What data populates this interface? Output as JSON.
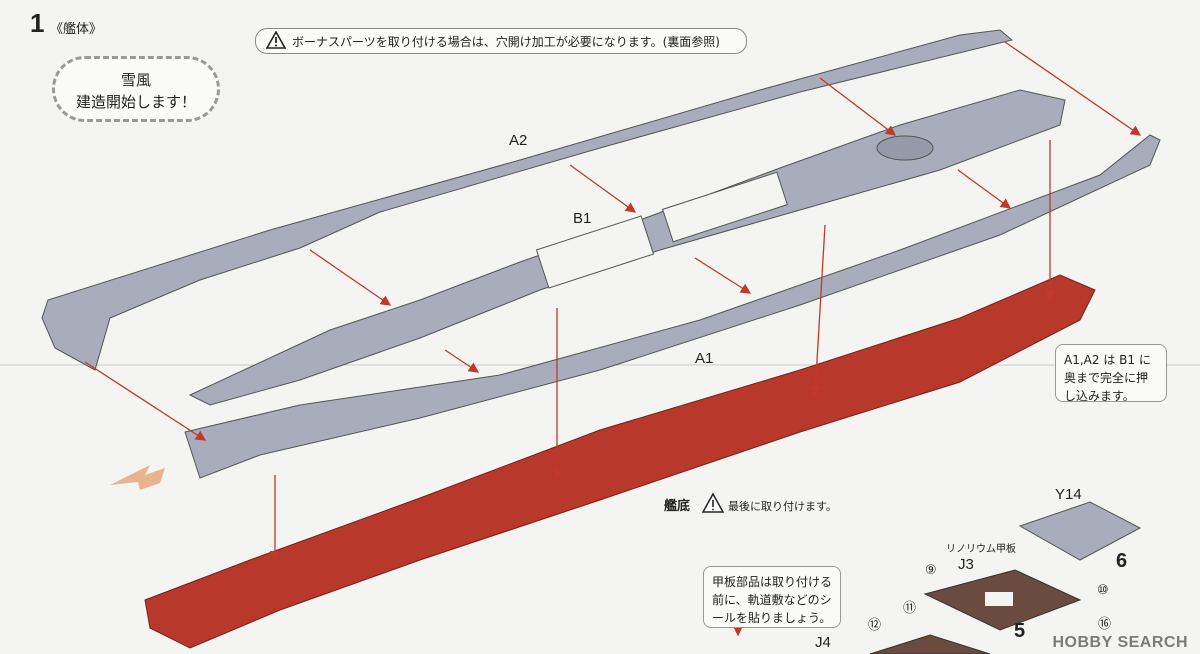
{
  "step": {
    "number": "1",
    "title": "《艦体》"
  },
  "warning": {
    "text": "ボーナスパーツを取り付ける場合は、穴開け加工が必要になります。(裏面参照)"
  },
  "bubble": {
    "line1": "雪風",
    "line2": "建造開始します！"
  },
  "parts": {
    "a2": "A2",
    "b1": "B1",
    "a1": "A1",
    "y14": "Y14",
    "j3": "J3",
    "j4": "J4"
  },
  "hull_bottom": {
    "name": "艦底",
    "note": "最後に取り付けます。"
  },
  "note_right": {
    "text": "A1,A2 は B1 に奥まで完全に押し込みます。"
  },
  "note_deck": {
    "text": "甲板部品は取り付ける前に、軌道敷などのシールを貼りましょう。"
  },
  "linoleum": "リノリウム甲板",
  "callouts": {
    "c9": "⑨",
    "c10": "⑩",
    "c11": "⑪",
    "c12": "⑫",
    "c16": "⑯"
  },
  "step_numbers": {
    "n6": "6",
    "n5": "5"
  },
  "watermark": "HOBBY SEARCH",
  "colors": {
    "gray_part": "#a9adbb",
    "red_part": "#b8382c",
    "arrow": "#c0392b"
  }
}
